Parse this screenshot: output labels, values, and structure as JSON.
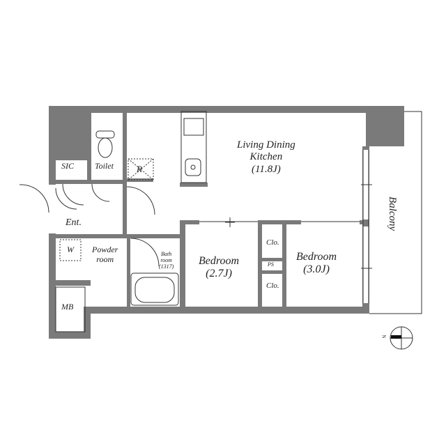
{
  "plan": {
    "rooms": {
      "ldk": {
        "name_line1": "Living Dining",
        "name_line2": "Kitchen",
        "size": "(11.8J)"
      },
      "bedroom1": {
        "name": "Bedroom",
        "size": "(2.7J)"
      },
      "bedroom2": {
        "name": "Bedroom",
        "size": "(3.0J)"
      },
      "bathroom": {
        "name_line1": "Bath",
        "name_line2": "room",
        "size": "(1317)"
      },
      "powder": {
        "name_line1": "Powder",
        "name_line2": "room"
      },
      "toilet": {
        "name": "Toilet"
      },
      "sic": {
        "name": "SIC"
      },
      "entrance": {
        "name": "Ent."
      },
      "washer": {
        "name": "W"
      },
      "mb": {
        "name": "MB"
      },
      "refrigerator": {
        "name": "R"
      },
      "closet1": {
        "name": "Clo."
      },
      "closet2": {
        "name": "Clo."
      },
      "ps": {
        "name": "PS"
      },
      "balcony": {
        "name": "Balcony"
      }
    },
    "compass": {
      "label": "N"
    },
    "colors": {
      "wall": "#7a7a7a",
      "line": "#333333",
      "background": "#ffffff"
    }
  }
}
